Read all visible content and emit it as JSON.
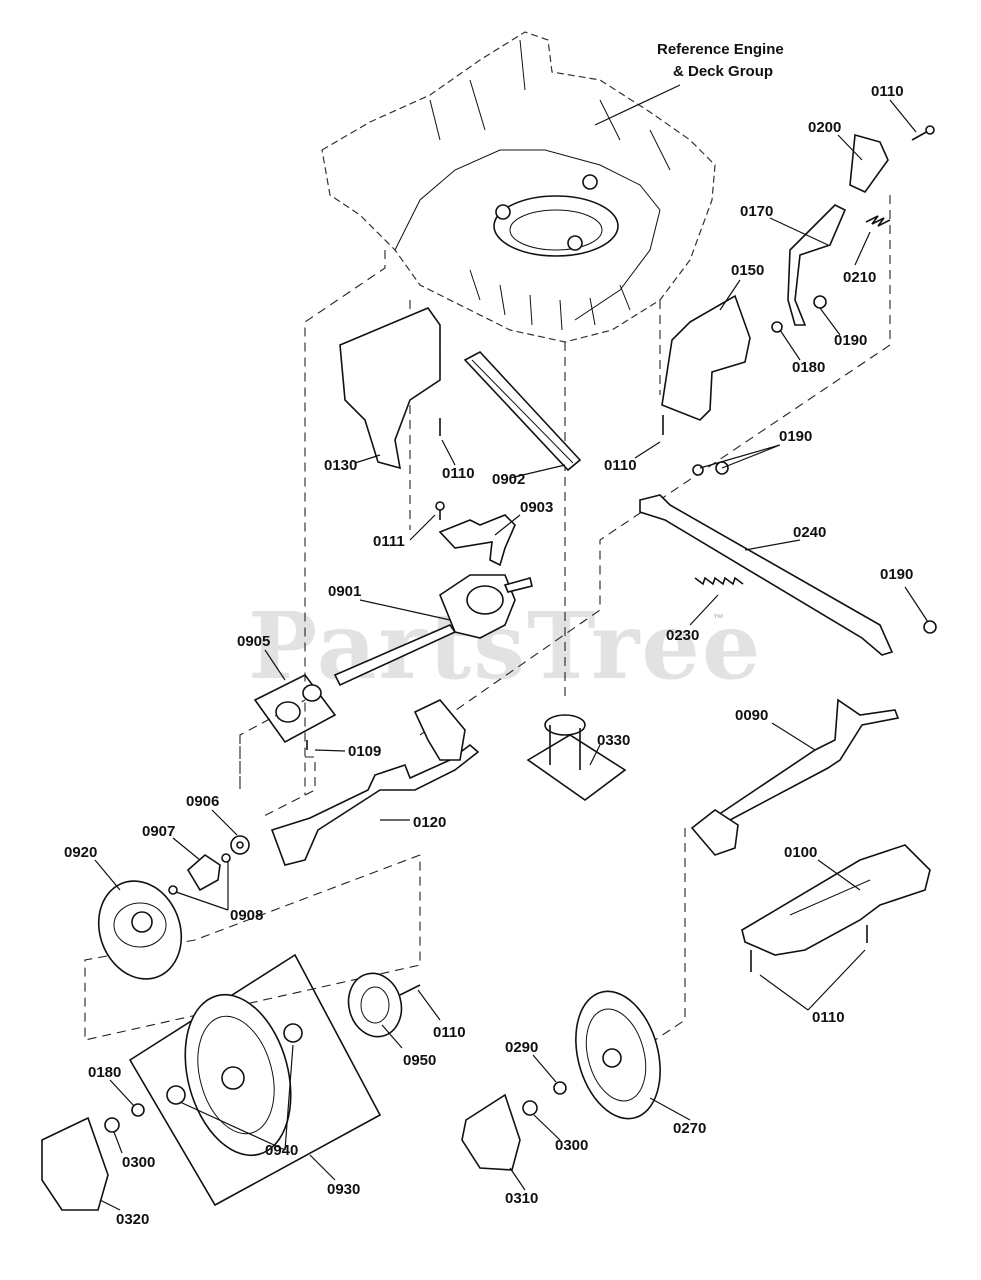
{
  "reference_note": [
    "Reference Engine",
    "& Deck Group"
  ],
  "watermark": "PartsTree",
  "trademark": "™",
  "parts": [
    {
      "id": "lbl-0110-a",
      "number": "0110"
    },
    {
      "id": "lbl-0200",
      "number": "0200"
    },
    {
      "id": "lbl-0170",
      "number": "0170"
    },
    {
      "id": "lbl-0210",
      "number": "0210"
    },
    {
      "id": "lbl-0150",
      "number": "0150"
    },
    {
      "id": "lbl-0190-a",
      "number": "0190"
    },
    {
      "id": "lbl-0180-a",
      "number": "0180"
    },
    {
      "id": "lbl-0130",
      "number": "0130"
    },
    {
      "id": "lbl-0110-b",
      "number": "0110"
    },
    {
      "id": "lbl-0902",
      "number": "0902"
    },
    {
      "id": "lbl-0110-c",
      "number": "0110"
    },
    {
      "id": "lbl-0190-b",
      "number": "0190"
    },
    {
      "id": "lbl-0111",
      "number": "0111"
    },
    {
      "id": "lbl-0903",
      "number": "0903"
    },
    {
      "id": "lbl-0240",
      "number": "0240"
    },
    {
      "id": "lbl-0901",
      "number": "0901"
    },
    {
      "id": "lbl-0190-c",
      "number": "0190"
    },
    {
      "id": "lbl-0230",
      "number": "0230"
    },
    {
      "id": "lbl-0905",
      "number": "0905"
    },
    {
      "id": "lbl-0330",
      "number": "0330"
    },
    {
      "id": "lbl-0090",
      "number": "0090"
    },
    {
      "id": "lbl-0109",
      "number": "0109"
    },
    {
      "id": "lbl-0906",
      "number": "0906"
    },
    {
      "id": "lbl-0907",
      "number": "0907"
    },
    {
      "id": "lbl-0120",
      "number": "0120"
    },
    {
      "id": "lbl-0920",
      "number": "0920"
    },
    {
      "id": "lbl-0908",
      "number": "0908"
    },
    {
      "id": "lbl-0100",
      "number": "0100"
    },
    {
      "id": "lbl-0110-d",
      "number": "0110"
    },
    {
      "id": "lbl-0950",
      "number": "0950"
    },
    {
      "id": "lbl-0110-e",
      "number": "0110"
    },
    {
      "id": "lbl-0180-b",
      "number": "0180"
    },
    {
      "id": "lbl-0290",
      "number": "0290"
    },
    {
      "id": "lbl-0940",
      "number": "0940"
    },
    {
      "id": "lbl-0300-a",
      "number": "0300"
    },
    {
      "id": "lbl-0300-b",
      "number": "0300"
    },
    {
      "id": "lbl-0270",
      "number": "0270"
    },
    {
      "id": "lbl-0930",
      "number": "0930"
    },
    {
      "id": "lbl-0310",
      "number": "0310"
    },
    {
      "id": "lbl-0320",
      "number": "0320"
    }
  ]
}
